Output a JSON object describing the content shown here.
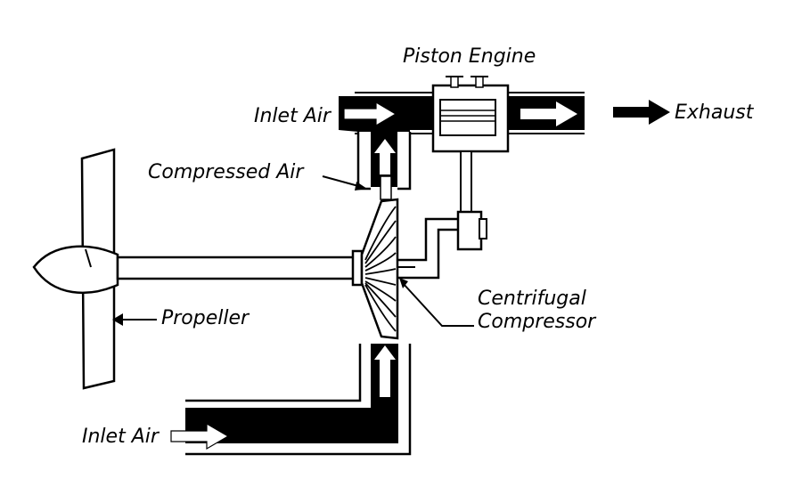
{
  "labels": {
    "piston_engine": "Piston Engine",
    "inlet_air_top": "Inlet Air",
    "exhaust": "Exhaust",
    "compressed_air": "Compressed Air",
    "propeller": "Propeller",
    "centrifugal_line1": "Centrifugal",
    "centrifugal_line2": "Compressor",
    "inlet_air_bottom": "Inlet Air"
  },
  "colors": {
    "ink": "#000000",
    "paper": "#ffffff"
  }
}
